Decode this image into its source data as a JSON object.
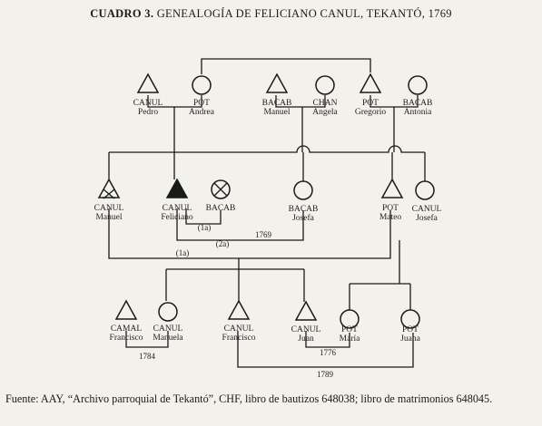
{
  "title": {
    "label": "CUADRO 3.",
    "text": "GENEALOGÍA DE FELICIANO CANUL, TEKANTÓ, 1769"
  },
  "people": {
    "p_canul_pedro": {
      "surname": "CANUL",
      "given": "Pedro",
      "shape": "triangle"
    },
    "p_pot_andrea": {
      "surname": "POT",
      "given": "Andrea",
      "shape": "circle"
    },
    "p_bacab_manuel": {
      "surname": "BACAB",
      "given": "Manuel",
      "shape": "triangle"
    },
    "p_chan_angela": {
      "surname": "CHAN",
      "given": "Angela",
      "shape": "circle"
    },
    "p_pot_gregorio": {
      "surname": "POT",
      "given": "Gregorio",
      "shape": "triangle"
    },
    "p_bacab_antonia": {
      "surname": "BACAB",
      "given": "Antonia",
      "shape": "circle"
    },
    "p_canul_manuel": {
      "surname": "CANUL",
      "given": "Manuel",
      "shape": "triangle-x"
    },
    "p_canul_feliciano": {
      "surname": "CANUL",
      "given": "Feliciano",
      "shape": "triangle-filled"
    },
    "p_bacab": {
      "surname": "BACAB",
      "given": "",
      "shape": "circle-x"
    },
    "p_bacab_josefa": {
      "surname": "BACAB",
      "given": "Josefa",
      "shape": "circle"
    },
    "p_pot_mateo": {
      "surname": "POT",
      "given": "Mateo",
      "shape": "triangle"
    },
    "p_canul_josefa": {
      "surname": "CANUL",
      "given": "Josefa",
      "shape": "circle"
    },
    "p_camal_francisco": {
      "surname": "CAMAL",
      "given": "Francisco",
      "shape": "triangle"
    },
    "p_canul_manuela": {
      "surname": "CANUL",
      "given": "Manuela",
      "shape": "circle"
    },
    "p_canul_francisco": {
      "surname": "CANUL",
      "given": "Francisco",
      "shape": "triangle"
    },
    "p_canul_juan": {
      "surname": "CANUL",
      "given": "Juan",
      "shape": "triangle"
    },
    "p_pot_maria": {
      "surname": "POT",
      "given": "María",
      "shape": "circle"
    },
    "p_pot_juana": {
      "surname": "POT",
      "given": "Juana",
      "shape": "circle"
    }
  },
  "marriage_labels": {
    "m1a_bacab": "(1a)",
    "m2a_josefa": "(2a)",
    "m1769": "1769",
    "m1a_manuel": "(1a)",
    "m1784": "1784",
    "m1776": "1776",
    "m1789": "1789"
  },
  "source": "Fuente: AAY, “Archivo parroquial de Tekantó”, CHF, libro de bautizos 648038; libro de matrimonios 648045."
}
